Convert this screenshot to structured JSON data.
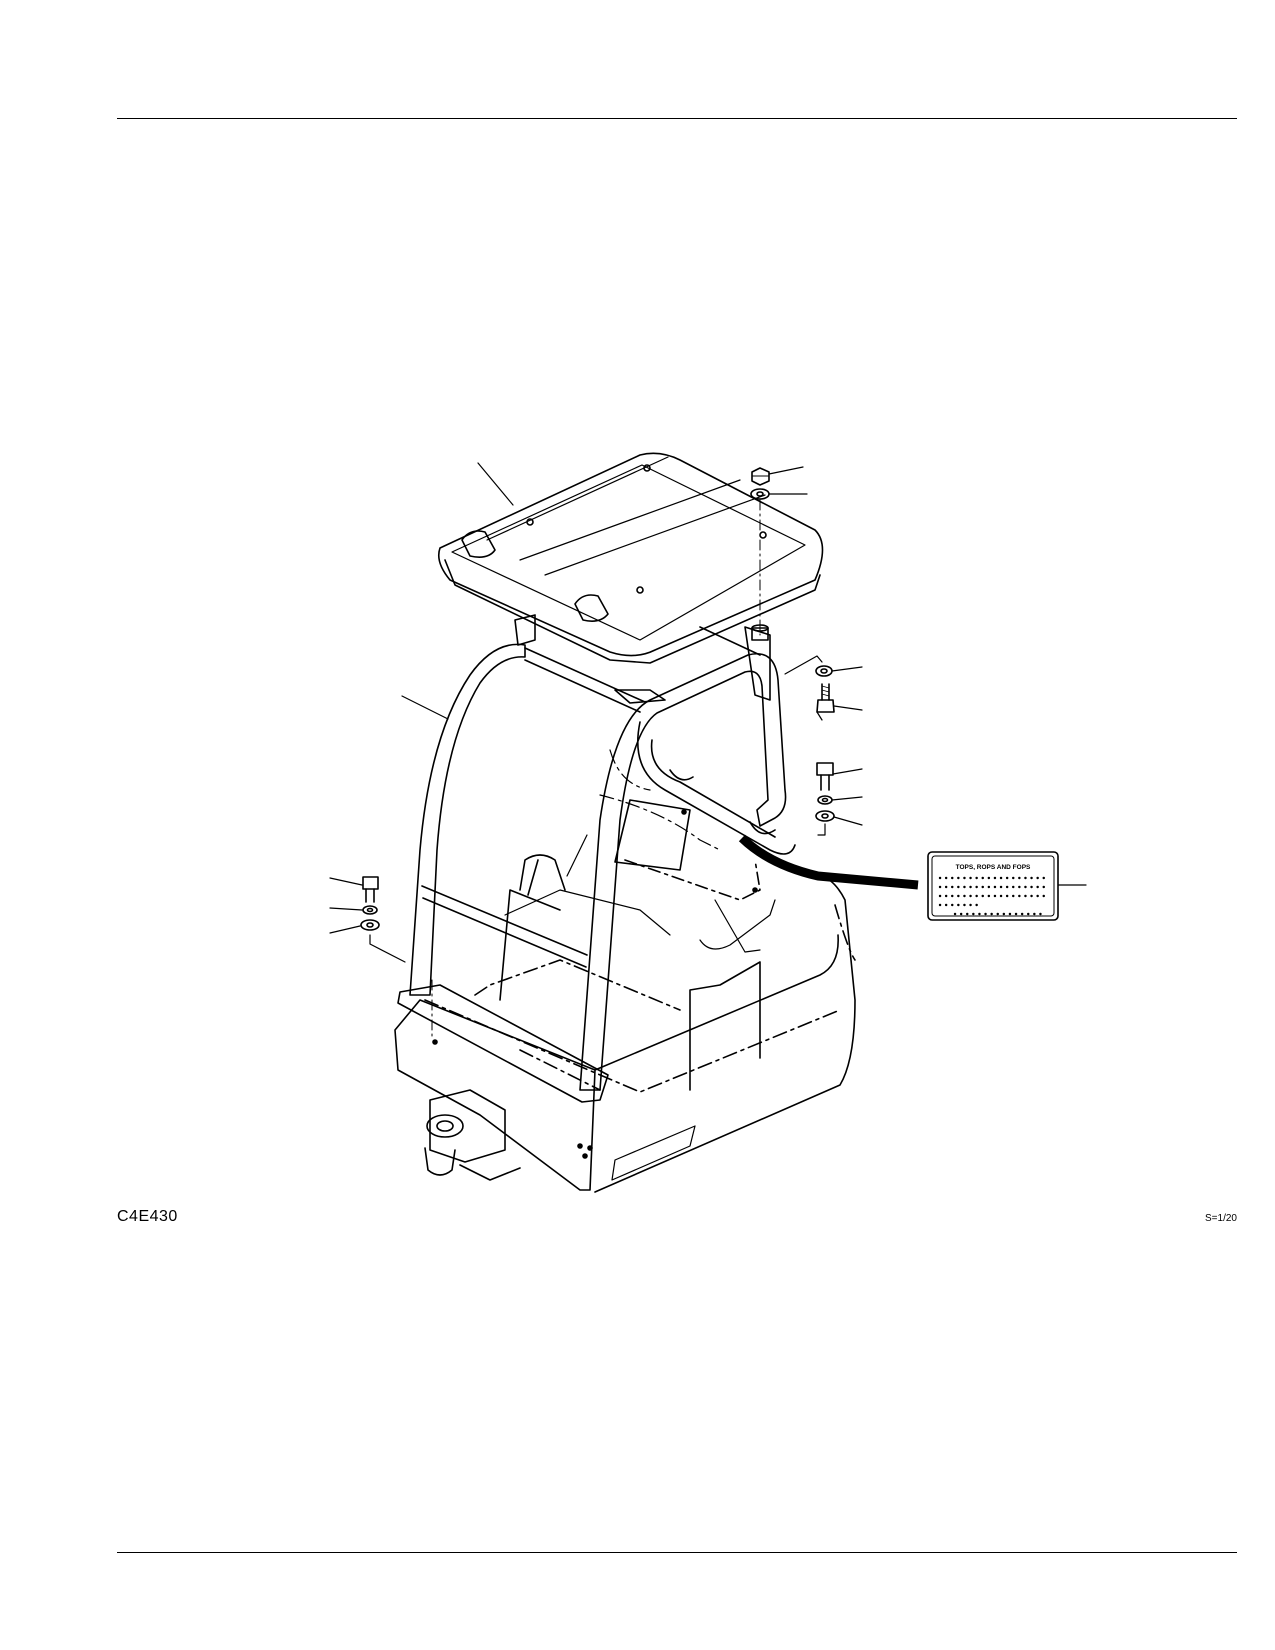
{
  "figure": {
    "code": "C4E430",
    "scale": "S=1/20"
  },
  "decal": {
    "title": "TOPS, ROPS AND FOPS"
  },
  "colors": {
    "line": "#000000",
    "background": "#ffffff"
  }
}
